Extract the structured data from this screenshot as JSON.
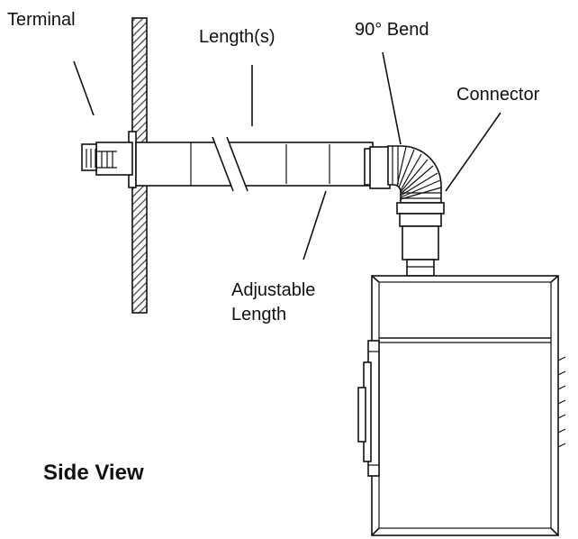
{
  "labels": {
    "terminal": "Terminal",
    "lengths": "Length(s)",
    "bend": "90° Bend",
    "connector": "Connector",
    "adjustable_line1": "Adjustable",
    "adjustable_line2": "Length",
    "view": "Side View"
  },
  "colors": {
    "line": "#111111",
    "wall_hatch": "#444444",
    "background": "#ffffff"
  }
}
